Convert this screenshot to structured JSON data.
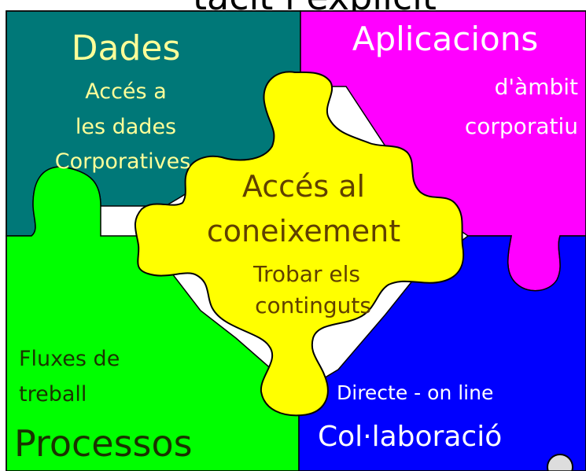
{
  "header": {
    "partial_text": "tacit i explícit"
  },
  "pieces": {
    "dades": {
      "title": "Dades",
      "lines": [
        "Accés a",
        "les dades",
        "Corporatives"
      ],
      "color": "#007878"
    },
    "aplicacions": {
      "title": "Aplicacions",
      "lines": [
        "d'àmbit",
        "corporatiu"
      ],
      "color": "#ff00ff"
    },
    "processos": {
      "title": "Processos",
      "lines": [
        "Fluxes de",
        "treball"
      ],
      "color": "#00ff00"
    },
    "colaboracio": {
      "title": "Col·laboració",
      "lines": [
        "Directe - on line"
      ],
      "color": "#0000ff"
    },
    "coneixement": {
      "title_lines": [
        "Accés al",
        "coneixement"
      ],
      "lines": [
        "Trobar els",
        "continguts"
      ],
      "color": "#ffff00"
    }
  },
  "colors": {
    "light_text": "#ffff99",
    "white_text": "#ffffff",
    "dark_text": "#1a3300",
    "center_text": "#604000",
    "outline": "#000000"
  }
}
